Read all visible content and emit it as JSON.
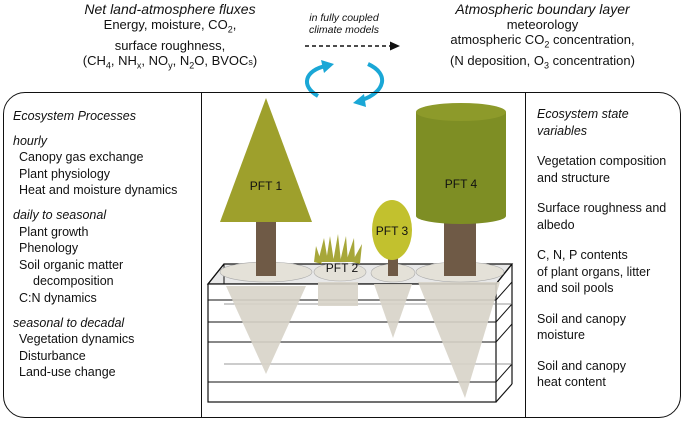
{
  "top_left": {
    "title": "Net land-atmosphere  fluxes",
    "line1": "Energy, moisture, CO",
    "line1_sub": "2",
    "line1_end": ",",
    "line2": "surface roughness,",
    "line3_parts": [
      "(CH",
      "4",
      ", NH",
      "x",
      ", NO",
      "y",
      ", N",
      "2",
      "O, BVOC",
      "s",
      ")"
    ]
  },
  "top_middle": {
    "line1": "in fully coupled",
    "line2": "climate models"
  },
  "top_right": {
    "title": "Atmospheric boundary layer",
    "line1": "meteorology",
    "line2": "atmospheric CO",
    "line2_sub": "2",
    "line2_end": " concentration,",
    "line3": "(N deposition, O",
    "line3_sub": "3",
    "line3_end": " concentration)"
  },
  "ecosystem_processes": {
    "title": "Ecosystem Processes",
    "groups": [
      {
        "heading": "hourly",
        "items": [
          "Canopy gas exchange",
          "Plant physiology",
          "Heat and moisture dynamics"
        ]
      },
      {
        "heading": "daily to seasonal",
        "items": [
          "Plant growth",
          "Phenology",
          "Soil organic matter",
          "decomposition",
          "C:N dynamics"
        ]
      },
      {
        "heading": "seasonal to decadal",
        "items": [
          "Vegetation dynamics",
          "Disturbance",
          "Land-use change"
        ]
      }
    ]
  },
  "ecosystem_state": {
    "title_line1": "Ecosystem state",
    "title_line2": "variables",
    "blocks": [
      [
        "Vegetation composition",
        "and structure"
      ],
      [
        "Surface roughness and",
        "albedo"
      ],
      [
        "C, N, P contents",
        "of plant organs, litter",
        "and soil pools"
      ],
      [
        "Soil and canopy",
        "moisture"
      ],
      [
        "Soil and canopy",
        "heat content"
      ]
    ]
  },
  "pft_labels": [
    "PFT 1",
    "PFT 2",
    "PFT 3",
    "PFT 4"
  ],
  "colors": {
    "foliage": "#9ea02c",
    "trunk": "#6f5a46",
    "root_cone": "#d7d3c8",
    "arrow": "#1aa7d6"
  }
}
